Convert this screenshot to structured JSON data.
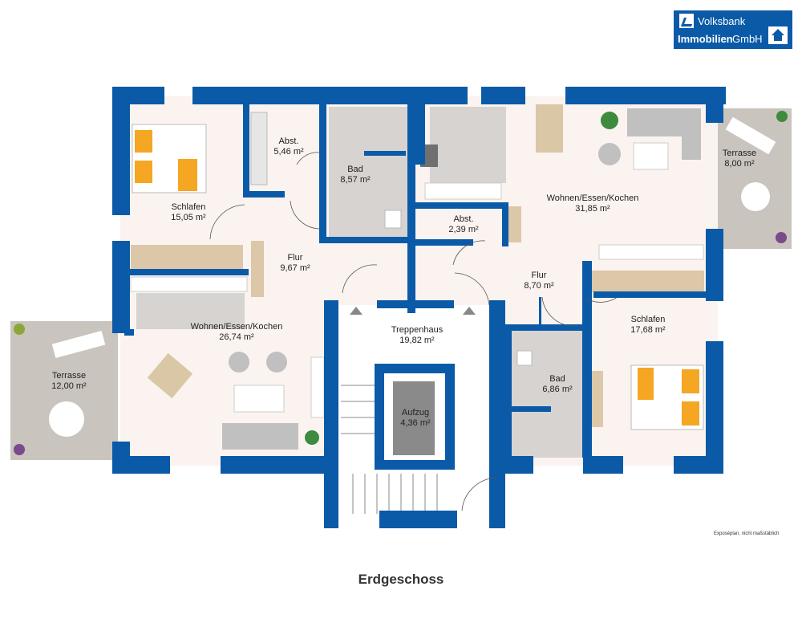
{
  "logo": {
    "line1": "Volksbank",
    "line2_bold": "Immobilien",
    "line2_rest": "GmbH",
    "icons": [
      "volksbank-v-icon",
      "house-icon"
    ],
    "color": "#0a5aa8"
  },
  "colors": {
    "wall": "#0a5aa8",
    "floor": "#fbf3ef",
    "terrace": "#c9c4bd",
    "tile": "#d6d3d0",
    "shaft": "#8a8a8a",
    "furniture": "#c0c0c0",
    "accent": "#f5a623"
  },
  "rooms": [
    {
      "id": "schlafen-left",
      "name": "Schlafen",
      "area": "15,05 m²"
    },
    {
      "id": "abst-left",
      "name": "Abst.",
      "area": "5,46 m²"
    },
    {
      "id": "bad-top",
      "name": "Bad",
      "area": "8,57 m²"
    },
    {
      "id": "wohnen-right",
      "name": "Wohnen/Essen/Kochen",
      "area": "31,85 m²"
    },
    {
      "id": "terrasse-right",
      "name": "Terrasse",
      "area": "8,00 m²"
    },
    {
      "id": "abst-mid",
      "name": "Abst.",
      "area": "2,39 m²"
    },
    {
      "id": "flur-left",
      "name": "Flur",
      "area": "9,67 m²"
    },
    {
      "id": "flur-right",
      "name": "Flur",
      "area": "8,70 m²"
    },
    {
      "id": "wohnen-left",
      "name": "Wohnen/Essen/Kochen",
      "area": "26,74 m²"
    },
    {
      "id": "treppenhaus",
      "name": "Treppenhaus",
      "area": "19,82 m²"
    },
    {
      "id": "schlafen-right",
      "name": "Schlafen",
      "area": "17,68 m²"
    },
    {
      "id": "terrasse-left",
      "name": "Terrasse",
      "area": "12,00 m²"
    },
    {
      "id": "bad-right",
      "name": "Bad",
      "area": "6,86 m²"
    },
    {
      "id": "aufzug",
      "name": "Aufzug",
      "area": "4,36 m²"
    }
  ],
  "note": "Exposéplan, nicht maßstäblich",
  "floor_title": "Erdgeschoss"
}
